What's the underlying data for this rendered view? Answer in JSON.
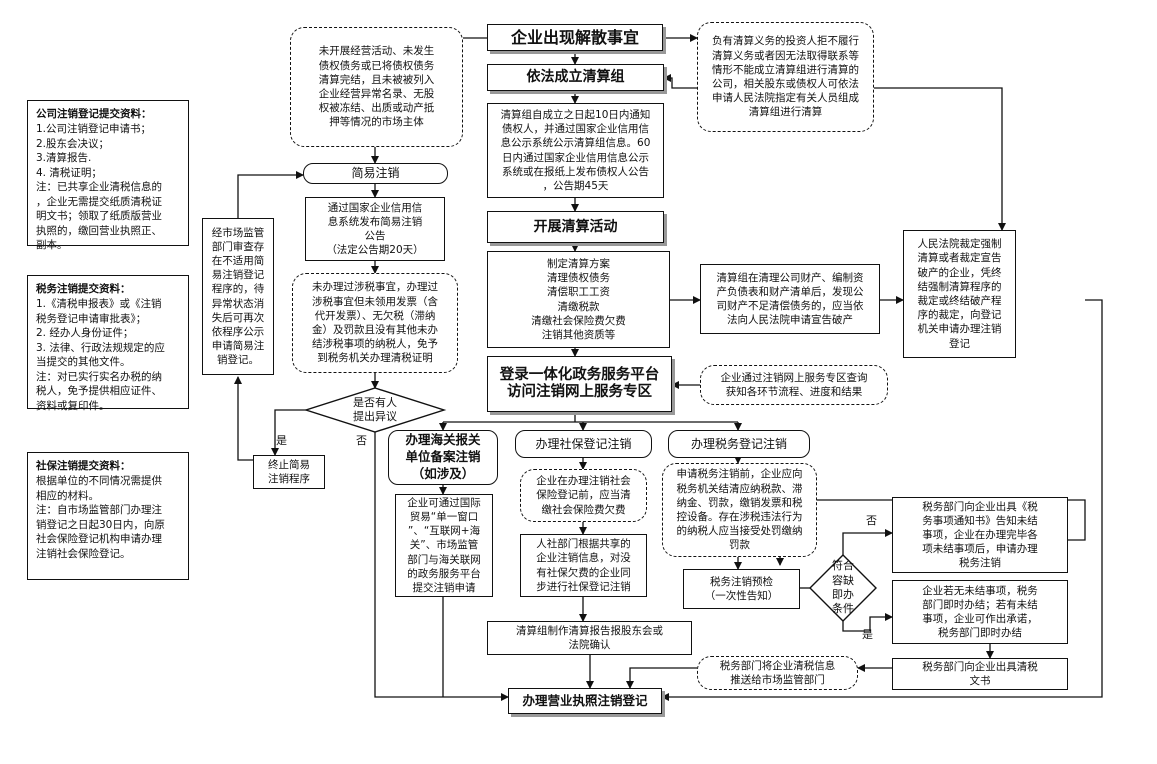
{
  "left_panels": {
    "company": {
      "title": "公司注销登记提交资料：",
      "lines": [
        "1.公司注销登记申请书；",
        "2.股东会决议；",
        "3.清算报告.",
        "4. 清税证明；",
        "注：已共享企业清税信息的",
        "，企业无需提交纸质清税证",
        "明文书；领取了纸质版营业",
        "执照的，缴回营业执照正、",
        "副本。"
      ]
    },
    "tax": {
      "title": "税务注销提交资料：",
      "lines": [
        "1.《清税申报表》或《注销",
        "税务登记申请审批表》；",
        "2. 经办人身份证件；",
        "3. 法律、行政法规规定的应",
        "当提交的其他文件。",
        "注：对已实行实名办税的纳",
        "税人，免予提供相应证件、",
        "资料或复印件。"
      ]
    },
    "social": {
      "title": "社保注销提交资料：",
      "lines": [
        "根据单位的不同情况需提供",
        "相应的材料。",
        "注：自市场监管部门办理注",
        "销登记之日起30日内，向原",
        "社会保险登记机构申请办理",
        "注销社会保险登记。"
      ]
    }
  },
  "nodes": {
    "dissolve": "企业出现解散事宜",
    "simple_scope": "未开展经营活动、未发生\n债权债务或已将债权债务\n清算完结，且未被被列入\n企业经营异常名录、无股\n权被冻结、出质或动产抵\n押等情况的市场主体",
    "court_designate": "负有清算义务的投资人拒不履行\n清算义务或者因无法取得联系等\n情形不能成立清算组进行清算的\n公司，相关股东或债权人可依法\n申请人民法院指定有关人员组成\n清算组进行清算",
    "form_group": "依法成立清算组",
    "group_notice": "清算组自成立之日起10日内通知\n债权人，并通过国家企业信用信\n息公示系统公示清算组信息。60\n日内通过国家企业信用信息公示\n系统或在报纸上发布债权人公告\n，公告期45天",
    "simple_cancel": "简易注销",
    "simple_publish": "通过国家企业信用信\n息系统发布简易注销\n公告\n（法定公告期20天）",
    "market_review": "经市场监管\n部门审查存\n在不适用简\n易注销登记\n程序的，待\n异常状态消\n失后可再次\n依程序公示\n申请简易注\n销登记。",
    "tax_unfinished": "未办理过涉税事宜，办理过\n涉税事宜但未领用发票（含\n代开发票）、无欠税（滞纳\n金）及罚款且没有其他未办\n结涉税事项的纳税人，免予\n到税务机关办理清税证明",
    "objection": "是否有人\n提出异议",
    "terminate": "终止简易\n注销程序",
    "liquidation": "开展清算活动",
    "liq_items": "制定清算方案\n清理债权债务\n清偿职工工资\n清缴税款\n清缴社会保险费欠费\n注销其他资质等",
    "bankrupt": "清算组在清理公司财产、编制资\n产负债表和财产清单后，发现公\n司财产不足清偿债务的，应当依\n法向人民法院申请宣告破产",
    "court_bankrupt": "人民法院裁定强制\n清算或者裁定宣告\n破产的企业，凭终\n结强制清算程序的\n裁定或终结破产程\n序的裁定，向登记\n机关申请办理注销\n登记",
    "login": "登录一体化政务服务平台\n访问注销网上服务专区",
    "query": "企业通过注销网上服务专区查询\n获知各环节流程、进度和结果",
    "customs": "办理海关报关\n单位备案注销\n（如涉及）",
    "customs_detail": "企业可通过国际\n贸易“单一窗口\n”、“互联网+海\n关”、市场监管\n部门与海关联网\n的政务服务平台\n提交注销申请",
    "social": "办理社保登记注销",
    "social_pre": "企业在办理注销社会\n保险登记前，应当清\n缴社会保险费欠费",
    "social_sync": "人社部门根据共享的\n企业注销信息，对没\n有社保欠费的企业同\n步进行社保登记注销",
    "tax_cancel": "办理税务登记注销",
    "tax_apply": "申请税务注销前，企业应向\n税务机关结清应纳税款、滞\n纳金、罚款，缴销发票和税\n控设备。存在涉税违法行为\n的纳税人应当接受处罚缴纳\n罚款",
    "tax_precheck": "税务注销预检\n（一次性告知）",
    "tolerance": "符合\n容缺\n即办\n条件",
    "notice_unfinished": "税务部门向企业出具《税\n务事项通知书》告知未结\n事项，企业在办理完毕各\n项未结事项后，申请办理\n税务注销",
    "instant": "企业若无未结事项，税务\n部门即时办结；若有未结\n事项，企业可作出承诺，\n税务部门即时办结",
    "report": "清算组制作清算报告报股东会或\n法院确认",
    "tax_push": "税务部门将企业清税信息\n推送给市场监管部门",
    "tax_cert": "税务部门向企业出具清税\n文书",
    "final": "办理营业执照注销登记"
  },
  "labels": {
    "yes_left": "是",
    "no_objection": "否",
    "no_tax": "否",
    "yes_tax": "是"
  }
}
